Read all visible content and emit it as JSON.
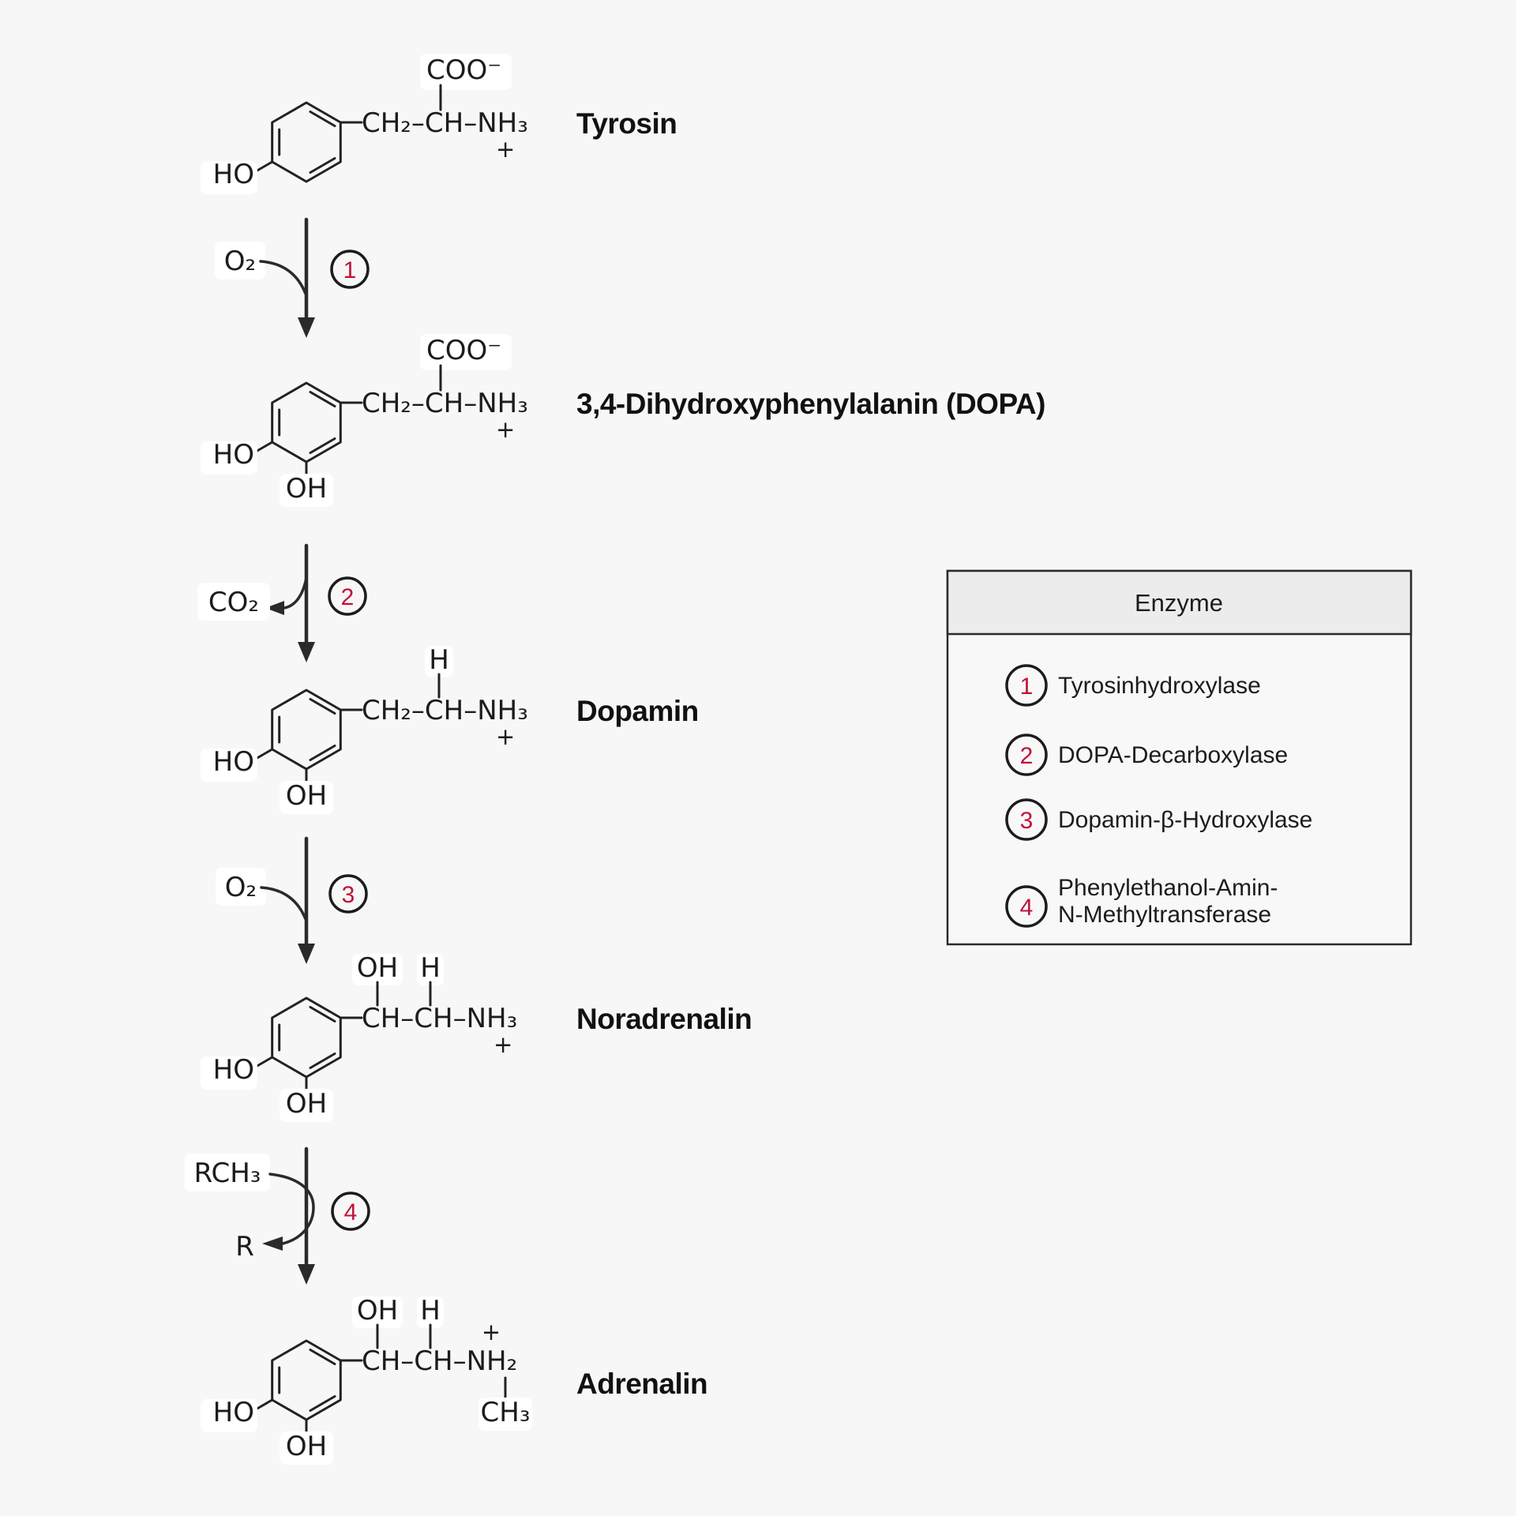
{
  "colors": {
    "background": "#f7f7f7",
    "line": "#222222",
    "text": "#1c1c1c",
    "accent_red": "#bf1238",
    "legend_header_bg": "#ececec",
    "legend_border": "#2b2b2b",
    "text_chip_bg": "#ffffff"
  },
  "molecules": [
    {
      "label": "Tyrosin",
      "alpha_group": "COO⁻",
      "chain": "CH₂–CH–NH₃",
      "charge": "+",
      "ring_sub_left": "HO"
    },
    {
      "label": "3,4-Dihydroxyphenylalanin (DOPA)",
      "alpha_group": "COO⁻",
      "chain": "CH₂–CH–NH₃",
      "charge": "+",
      "ring_sub_left": "HO",
      "ring_sub_bottom": "OH"
    },
    {
      "label": "Dopamin",
      "alpha_top": "H",
      "chain": "CH₂–CH–NH₃",
      "charge": "+",
      "ring_sub_left": "HO",
      "ring_sub_bottom": "OH"
    },
    {
      "label": "Noradrenalin",
      "beta_top": "OH",
      "alpha_top": "H",
      "chain": "CH–CH–NH₃",
      "charge": "+",
      "ring_sub_left": "HO",
      "ring_sub_bottom": "OH"
    },
    {
      "label": "Adrenalin",
      "beta_top": "OH",
      "alpha_top": "H",
      "chain": "CH–CH–NH₂",
      "charge": "+",
      "n_substituent": "CH₃",
      "ring_sub_left": "HO",
      "ring_sub_bottom": "OH"
    }
  ],
  "reactions": [
    {
      "step": "1",
      "cosubstrate_in": "O₂"
    },
    {
      "step": "2",
      "coproduct_out": "CO₂"
    },
    {
      "step": "3",
      "cosubstrate_in": "O₂"
    },
    {
      "step": "4",
      "cosubstrate_in": "RCH₃",
      "coproduct_out": "R"
    }
  ],
  "legend": {
    "title": "Enzyme",
    "items": [
      {
        "number": "1",
        "label": "Tyrosinhydroxylase"
      },
      {
        "number": "2",
        "label": "DOPA-Decarboxylase"
      },
      {
        "number": "3",
        "label": "Dopamin-β-Hydroxylase"
      },
      {
        "number": "4",
        "label_line1": "Phenylethanol-Amin-",
        "label_line2": "N-Methyltransferase"
      }
    ]
  }
}
